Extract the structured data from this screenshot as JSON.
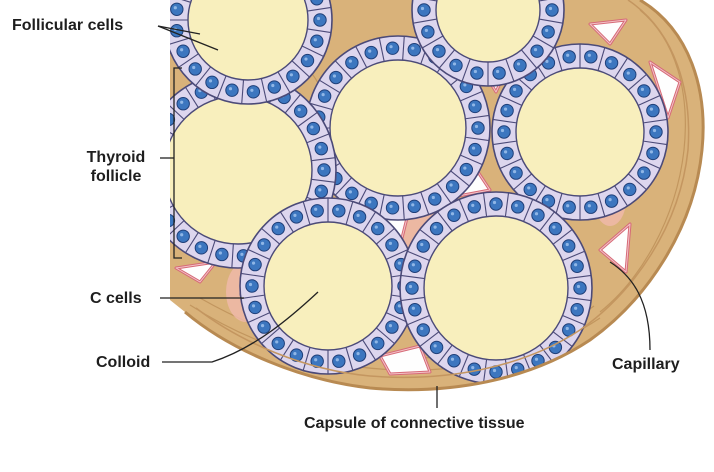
{
  "figure": {
    "colors": {
      "connective_tissue": "#d9b27a",
      "connective_fiber": "#b88a52",
      "colloid": "#f8efbd",
      "cell_fill": "#ddd6ee",
      "cell_outline": "#4b4a78",
      "nucleus": "#3c76bf",
      "nucleus_outline": "#1f3f79",
      "capillary_wall": "#d66a77",
      "capillary_lumen": "#fefefe",
      "ccell_tint": "#efb9a9",
      "label_text": "#1e1e1e",
      "leader_line": "#222222"
    },
    "labels": {
      "follicular_cells": "Follicular cells",
      "thyroid_follicle_line1": "Thyroid",
      "thyroid_follicle_line2": "follicle",
      "c_cells": "C cells",
      "colloid": "Colloid",
      "capillary": "Capillary",
      "capsule": "Capsule of connective tissue"
    }
  }
}
